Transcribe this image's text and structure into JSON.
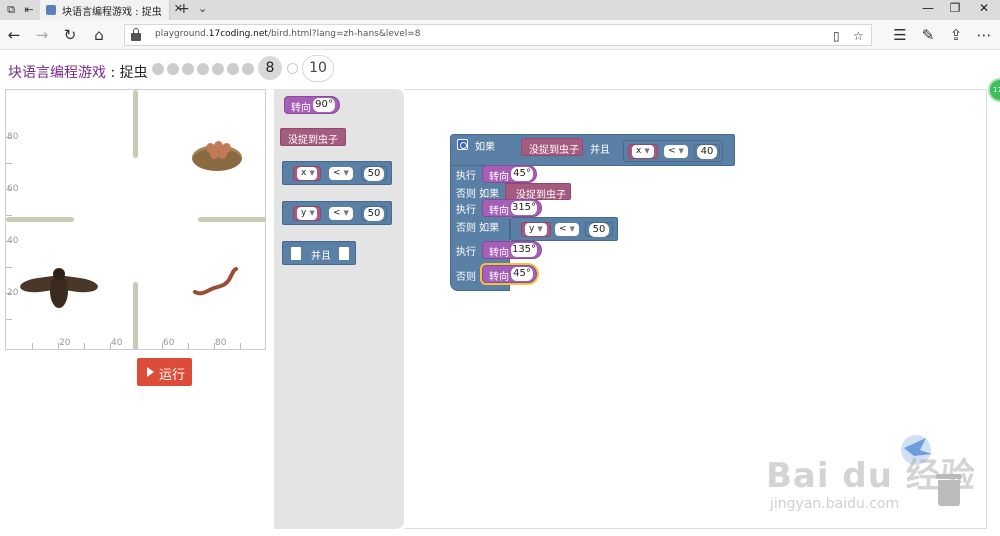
{
  "browser": {
    "tab_title": "块语言编程游戏 : 捉虫",
    "url_prefix": "playground.",
    "url_domain": "17coding.net",
    "url_suffix": "/bird.html?lang=zh-hans&level=8"
  },
  "game": {
    "title": "块语言编程游戏",
    "separator": " : ",
    "level_name": "捉虫",
    "current_level": "8",
    "next_level": "10",
    "completed_level_count": 7,
    "run_label": "运行",
    "axis_y_labels": [
      "80",
      "60",
      "40",
      "20"
    ],
    "axis_x_labels": [
      "20",
      "40",
      "60",
      "80"
    ]
  },
  "flyout": {
    "turn_label": "转向",
    "turn_value": "90°",
    "no_worm_label": "没捉到虫子",
    "x_var": "x",
    "y_var": "y",
    "compare_op": "<",
    "compare_value_x": "50",
    "compare_value_y": "50",
    "and_label": "并且"
  },
  "program": {
    "if_label": "如果",
    "no_worm_label": "没捉到虫子",
    "and_label": "并且",
    "x_var": "x",
    "op": "<",
    "x_value": "40",
    "do_label": "执行",
    "else_if_label": "否则 如果",
    "else_label": "否则",
    "turn_label": "转向",
    "turn1": "45°",
    "else_if1_cond": "没捉到虫子",
    "turn2": "315°",
    "y_var": "y",
    "y_value": "50",
    "turn3": "135°",
    "turn4": "45°"
  },
  "watermark": {
    "main": "Bai du 经验",
    "sub": "jingyan.baidu.com"
  },
  "badge": {
    "text": "17"
  },
  "colors": {
    "title_purple": "#7b2a8e",
    "turn_block": "#a55fb6",
    "sensor_block": "#a55b80",
    "logic_block": "#5b80a5",
    "run_button": "#dd4b39"
  }
}
